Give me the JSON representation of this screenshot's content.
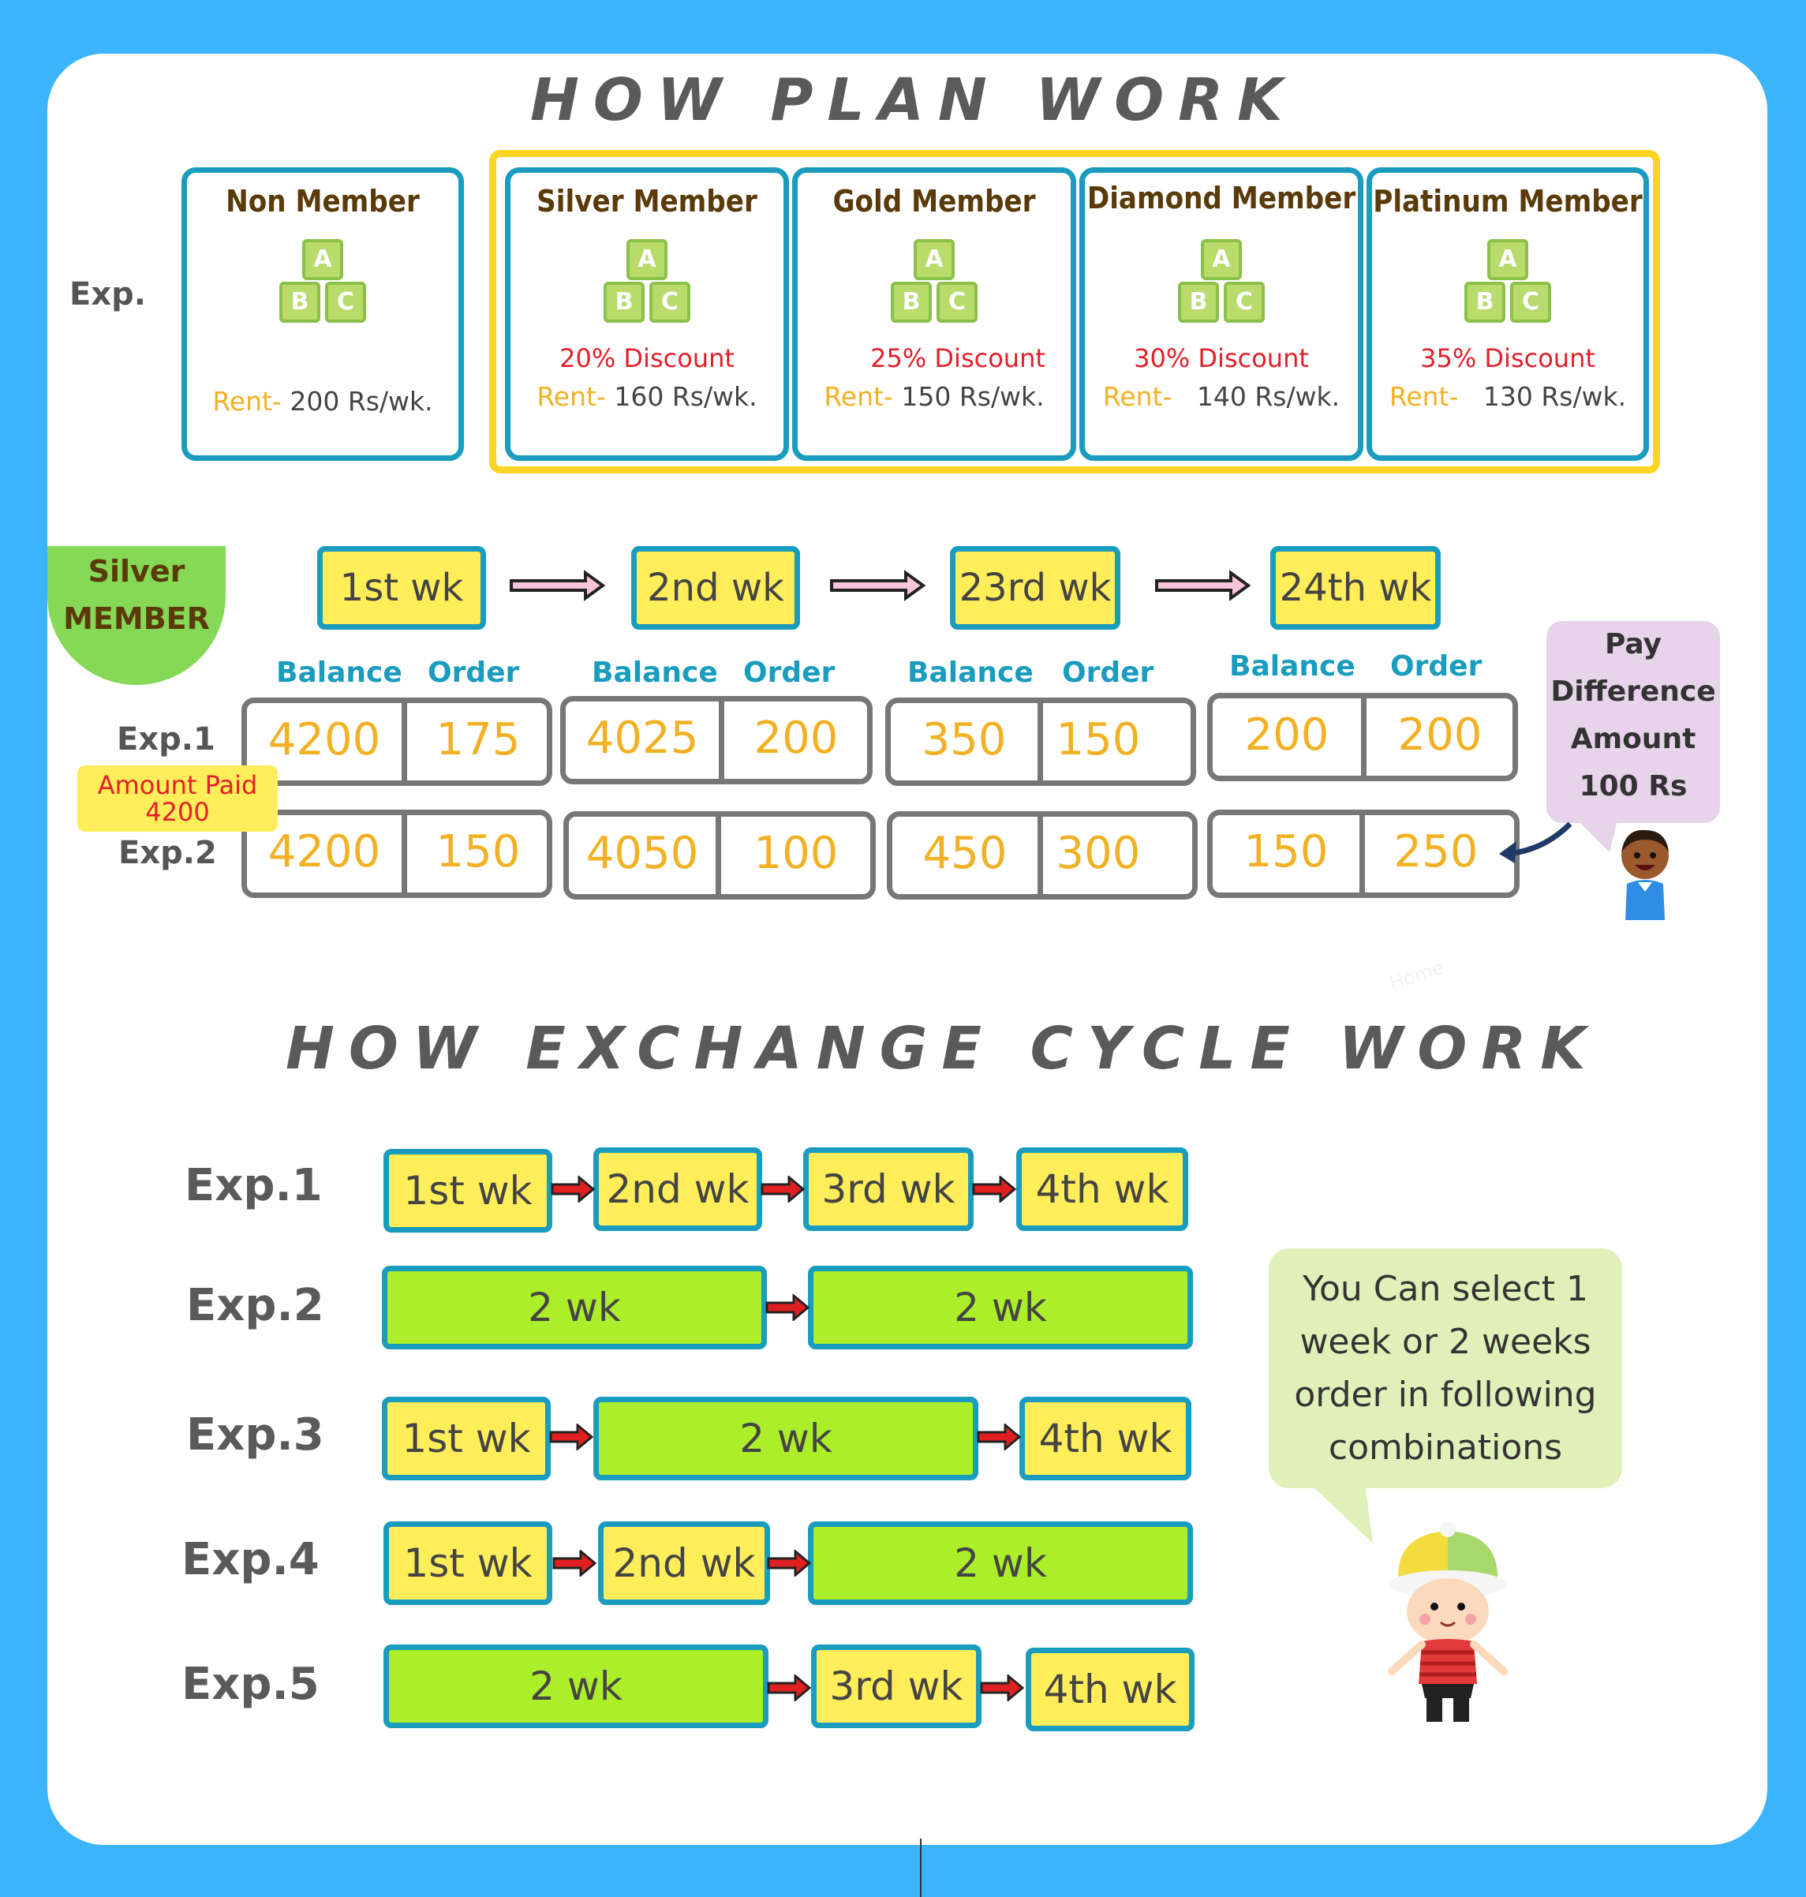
{
  "plan": {
    "title": "HOW PLAN WORK",
    "exp_label": "Exp.",
    "cards": [
      {
        "name": "Non Member",
        "discount": "",
        "rent_label": "Rent-",
        "rent_value": "200 Rs/wk."
      },
      {
        "name": "Silver Member",
        "discount": "20% Discount",
        "rent_label": "Rent-",
        "rent_value": "160 Rs/wk."
      },
      {
        "name": "Gold Member",
        "discount": "25% Discount",
        "rent_label": "Rent-",
        "rent_value": "150 Rs/wk."
      },
      {
        "name": "Diamond Member",
        "discount": "30% Discount",
        "rent_label": "Rent-",
        "rent_value": "140 Rs/wk."
      },
      {
        "name": "Platinum Member",
        "discount": "35% Discount",
        "rent_label": "Rent-",
        "rent_value": "130 Rs/wk."
      }
    ],
    "block_letters": [
      "A",
      "B",
      "C"
    ]
  },
  "silver": {
    "badge_line1": "Silver",
    "badge_line2": "MEMBER",
    "weeks": [
      "1st wk",
      "2nd wk",
      "23rd wk",
      "24th wk"
    ],
    "balance_label": "Balance",
    "order_label": "Order",
    "exp1_label": "Exp.1",
    "exp2_label": "Exp.2",
    "exp1": [
      [
        "4200",
        "175"
      ],
      [
        "4025",
        "200"
      ],
      [
        "350",
        "150"
      ],
      [
        "200",
        "200"
      ]
    ],
    "exp2": [
      [
        "4200",
        "150"
      ],
      [
        "4050",
        "100"
      ],
      [
        "450",
        "300"
      ],
      [
        "150",
        "250"
      ]
    ],
    "amount_paid_line1": "Amount Paid",
    "amount_paid_line2": "4200",
    "pay_bubble": [
      "Pay",
      "Difference",
      "Amount",
      "100 Rs"
    ]
  },
  "exchange": {
    "title": "HOW EXCHANGE CYCLE WORK",
    "rows": [
      {
        "label": "Exp.1",
        "blocks": [
          "1st wk",
          "2nd wk",
          "3rd wk",
          "4th wk"
        ]
      },
      {
        "label": "Exp.2",
        "blocks": [
          "2 wk",
          "2 wk"
        ]
      },
      {
        "label": "Exp.3",
        "blocks": [
          "1st wk",
          "2 wk",
          "4th wk"
        ]
      },
      {
        "label": "Exp.4",
        "blocks": [
          "1st wk",
          "2nd wk",
          "2 wk"
        ]
      },
      {
        "label": "Exp.5",
        "blocks": [
          "2 wk",
          "3rd wk",
          "4th wk"
        ]
      }
    ],
    "bubble_lines": [
      "You Can select 1",
      "week or 2 weeks",
      "order in following",
      "combinations"
    ]
  },
  "watermark": "Home",
  "colors": {
    "frame": "#3cb4fb",
    "card_border": "#1a9cbf",
    "gold_frame": "#fbd524",
    "week_yellow": "#ffed59",
    "two_week_green": "#acee2a",
    "value_orange": "#f2b124",
    "discount_red": "#e3202a",
    "silver_badge": "#86d957"
  }
}
